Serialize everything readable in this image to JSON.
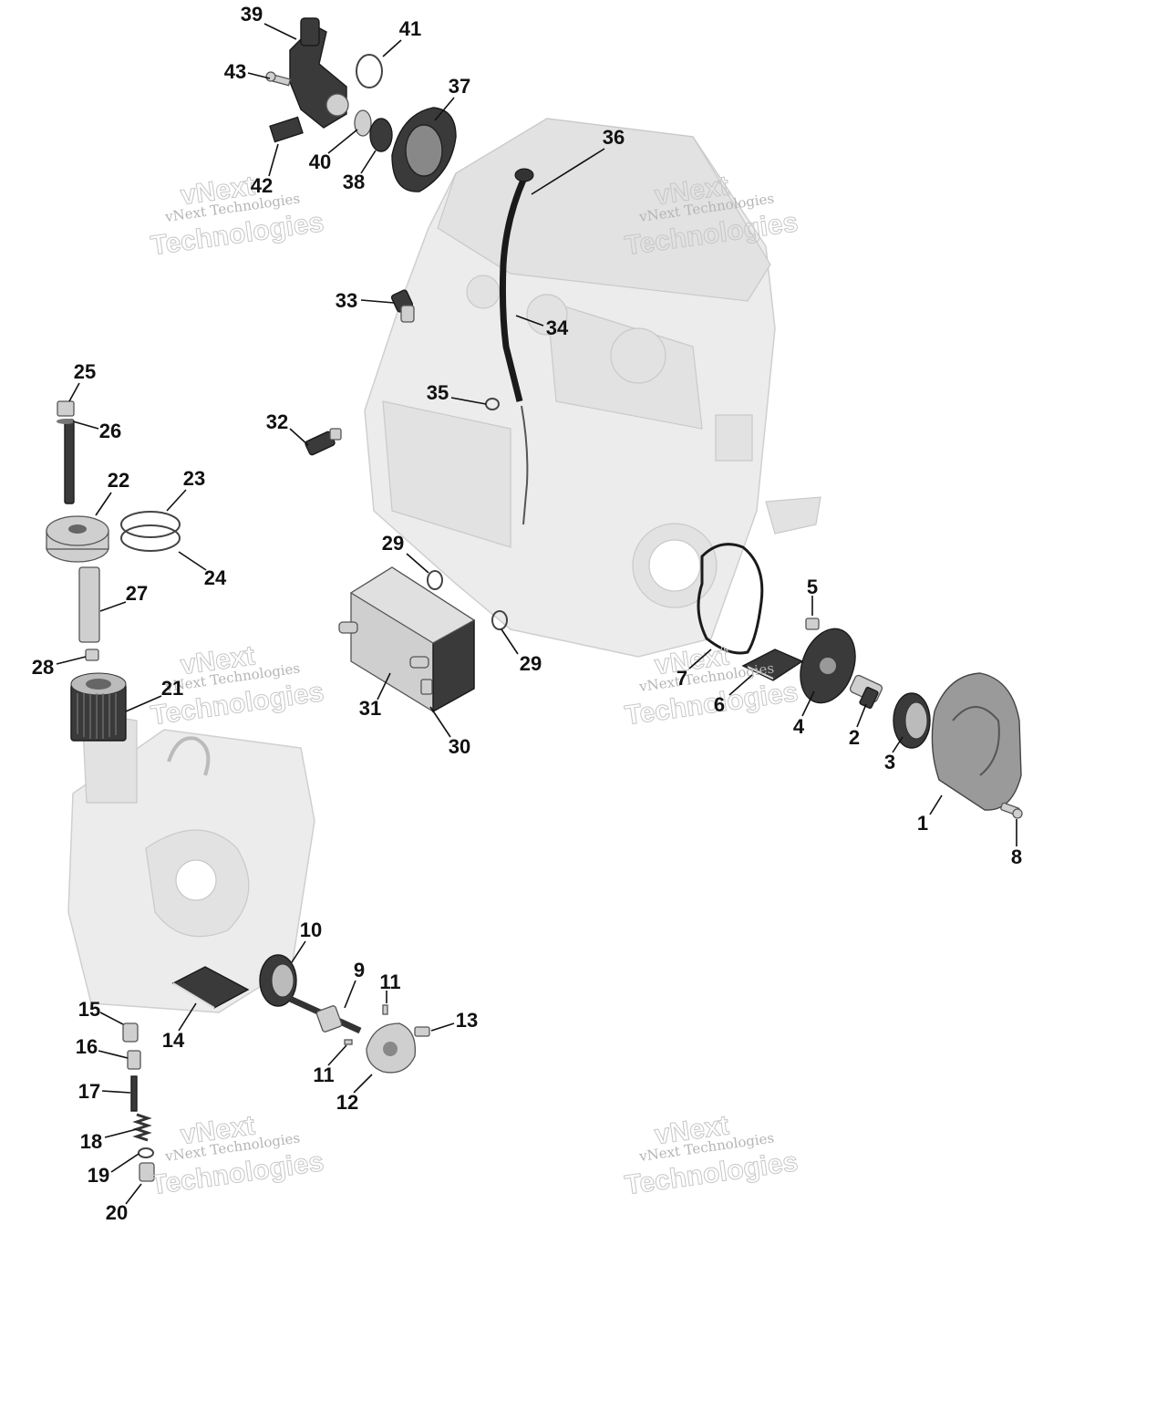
{
  "watermark": {
    "brand": "vNext",
    "small": "vNext Technologies",
    "large": "Technologies"
  },
  "callouts": [
    {
      "id": "1",
      "label": "1"
    },
    {
      "id": "2",
      "label": "2"
    },
    {
      "id": "3",
      "label": "3"
    },
    {
      "id": "4",
      "label": "4"
    },
    {
      "id": "5",
      "label": "5"
    },
    {
      "id": "6",
      "label": "6"
    },
    {
      "id": "7",
      "label": "7"
    },
    {
      "id": "8",
      "label": "8"
    },
    {
      "id": "9",
      "label": "9"
    },
    {
      "id": "10",
      "label": "10"
    },
    {
      "id": "11a",
      "label": "11"
    },
    {
      "id": "11b",
      "label": "11"
    },
    {
      "id": "12",
      "label": "12"
    },
    {
      "id": "13",
      "label": "13"
    },
    {
      "id": "14",
      "label": "14"
    },
    {
      "id": "15",
      "label": "15"
    },
    {
      "id": "16",
      "label": "16"
    },
    {
      "id": "17",
      "label": "17"
    },
    {
      "id": "18",
      "label": "18"
    },
    {
      "id": "19",
      "label": "19"
    },
    {
      "id": "20",
      "label": "20"
    },
    {
      "id": "21",
      "label": "21"
    },
    {
      "id": "22",
      "label": "22"
    },
    {
      "id": "23",
      "label": "23"
    },
    {
      "id": "24",
      "label": "24"
    },
    {
      "id": "25",
      "label": "25"
    },
    {
      "id": "26",
      "label": "26"
    },
    {
      "id": "27",
      "label": "27"
    },
    {
      "id": "28",
      "label": "28"
    },
    {
      "id": "29a",
      "label": "29"
    },
    {
      "id": "29b",
      "label": "29"
    },
    {
      "id": "30",
      "label": "30"
    },
    {
      "id": "31",
      "label": "31"
    },
    {
      "id": "32",
      "label": "32"
    },
    {
      "id": "33",
      "label": "33"
    },
    {
      "id": "34",
      "label": "34"
    },
    {
      "id": "35",
      "label": "35"
    },
    {
      "id": "36",
      "label": "36"
    },
    {
      "id": "37",
      "label": "37"
    },
    {
      "id": "38",
      "label": "38"
    },
    {
      "id": "39",
      "label": "39"
    },
    {
      "id": "40",
      "label": "40"
    },
    {
      "id": "41",
      "label": "41"
    },
    {
      "id": "42",
      "label": "42"
    },
    {
      "id": "43",
      "label": "43"
    }
  ]
}
